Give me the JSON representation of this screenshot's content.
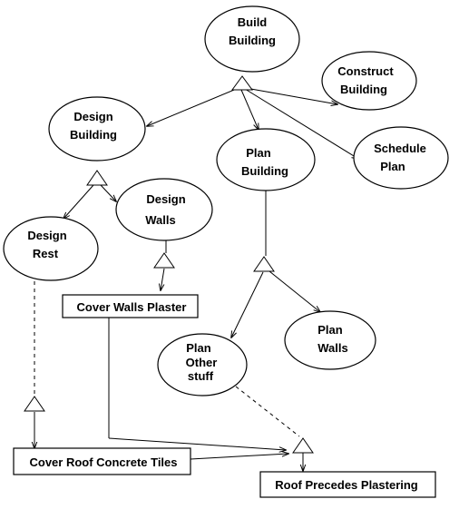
{
  "nodes": {
    "build_building": [
      "Build",
      "Building"
    ],
    "construct_building": [
      "Construct",
      "Building"
    ],
    "design_building": [
      "Design",
      "Building"
    ],
    "plan_building": [
      "Plan",
      "Building"
    ],
    "schedule_plan": [
      "Schedule",
      "Plan"
    ],
    "design_walls": [
      "Design",
      "Walls"
    ],
    "design_rest": [
      "Design",
      "Rest"
    ],
    "plan_walls": [
      "Plan",
      "Walls"
    ],
    "plan_other_stuff": [
      "Plan",
      "Other",
      "stuff"
    ],
    "cover_walls_plaster": "Cover Walls Plaster",
    "cover_roof_concrete_tiles": "Cover Roof Concrete Tiles",
    "roof_precedes_plastering": "Roof Precedes Plastering"
  }
}
